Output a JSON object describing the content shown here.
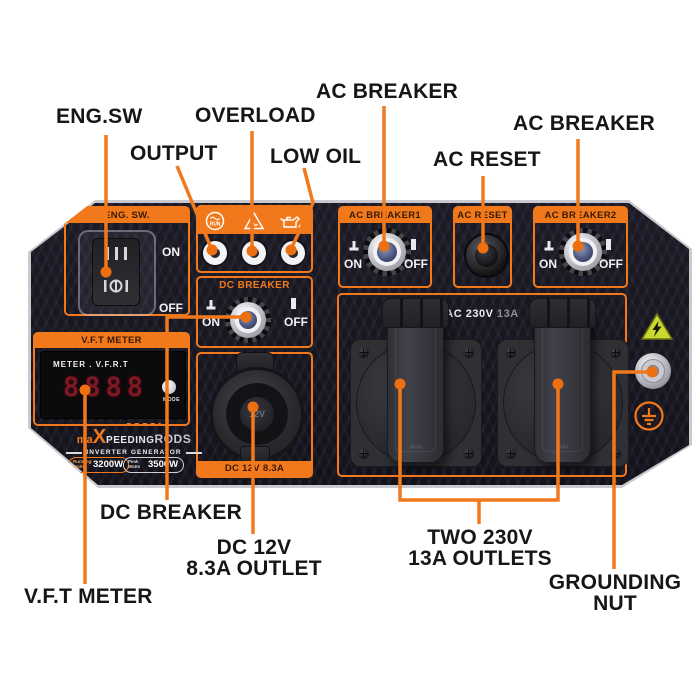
{
  "callouts": {
    "eng_sw": "ENG.SW",
    "output": "OUTPUT",
    "overload": "OVERLOAD",
    "low_oil": "LOW OIL",
    "ac_breaker_top": "AC BREAKER",
    "ac_reset": "AC RESET",
    "ac_breaker_right": "AC BREAKER",
    "dc_breaker": "DC BREAKER",
    "dc_outlet_line1": "DC 12V",
    "dc_outlet_line2": "8.3A OUTLET",
    "vft_meter": "V.F.T METER",
    "ac_outlets_line1": "TWO 230V",
    "ac_outlets_line2": "13A OUTLETS",
    "grounding_line1": "GROUNDING",
    "grounding_line2": "NUT"
  },
  "panel": {
    "eng_sw": {
      "header": "ENG. SW.",
      "on": "ON",
      "off": "OFF"
    },
    "indicators": {
      "icons": [
        "run-indicator-icon",
        "overload-warning-icon",
        "low-oil-icon"
      ]
    },
    "ac_breaker1": {
      "header": "AC BREAKER1",
      "on": "ON",
      "off": "OFF"
    },
    "ac_reset": {
      "header": "AC RESET"
    },
    "ac_breaker2": {
      "header": "AC BREAKER2",
      "on": "ON",
      "off": "OFF"
    },
    "dc_breaker": {
      "header": "DC BREAKER",
      "on": "ON",
      "off": "OFF"
    },
    "vft_meter": {
      "header": "V.F.T METER",
      "display_title": "METER . V.F.R.T",
      "digits": "8888",
      "mode": "MODE"
    },
    "dc_outlet": {
      "band": "DC 12V 8.3A",
      "socket_label": "12V"
    },
    "ac_outlets": {
      "voltage": "AC 230V",
      "amperage": "13A",
      "cover_marking": "IP44"
    },
    "branding": {
      "logo_ma": "ma",
      "logo_x": "X",
      "logo_peeding": "PEEDING",
      "logo_rods": "RODS",
      "subtitle": "INVERTER GENERATOR",
      "running_label": "Running Watts",
      "running_value": "3200W",
      "peak_label": "Peak Watts",
      "peak_value": "3500W"
    }
  },
  "colors": {
    "accent": "#F2791B",
    "panel_bg": "#16141B",
    "warning_yellow": "#C9D930",
    "breaker_core_blue": "#46507A"
  }
}
